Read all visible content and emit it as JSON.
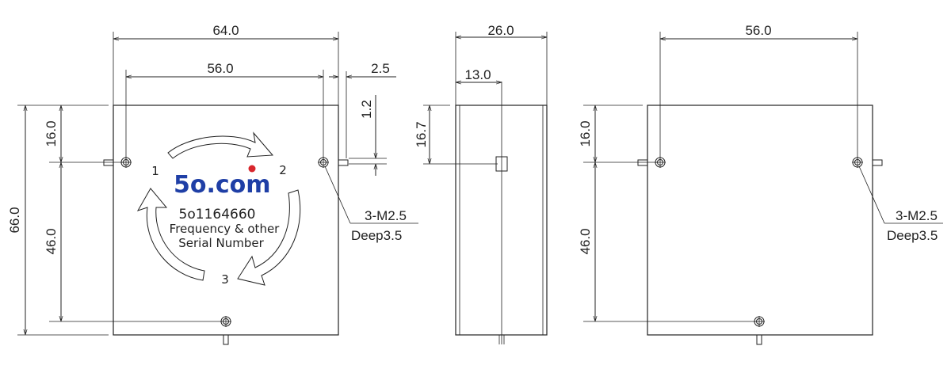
{
  "views": {
    "front": {
      "dims": {
        "overall_width": "64.0",
        "hole_spacing_width": "56.0",
        "pin_offset": "2.5",
        "pin_height": "1.2",
        "top_offset": "16.0",
        "hole_spacing_height": "46.0",
        "overall_height": "66.0"
      },
      "port_labels": [
        "1",
        "2",
        "3"
      ],
      "brand": {
        "prefix": "5o",
        "suffix": ".com",
        "color": "#1f3fa6",
        "dot_color": "#d8262c"
      },
      "part_number": "5o1164660",
      "marking_line1": "Frequency & other",
      "marking_line2": "Serial Number",
      "hole_callout_line1": "3-M2.5",
      "hole_callout_line2": "Deep3.5"
    },
    "side": {
      "dims": {
        "overall_depth": "26.0",
        "half_depth": "13.0",
        "pin_height_offset": "16.7"
      }
    },
    "back": {
      "dims": {
        "hole_spacing_width": "56.0",
        "top_offset": "16.0",
        "hole_spacing_height": "46.0"
      },
      "hole_callout_line1": "3-M2.5",
      "hole_callout_line2": "Deep3.5"
    }
  }
}
